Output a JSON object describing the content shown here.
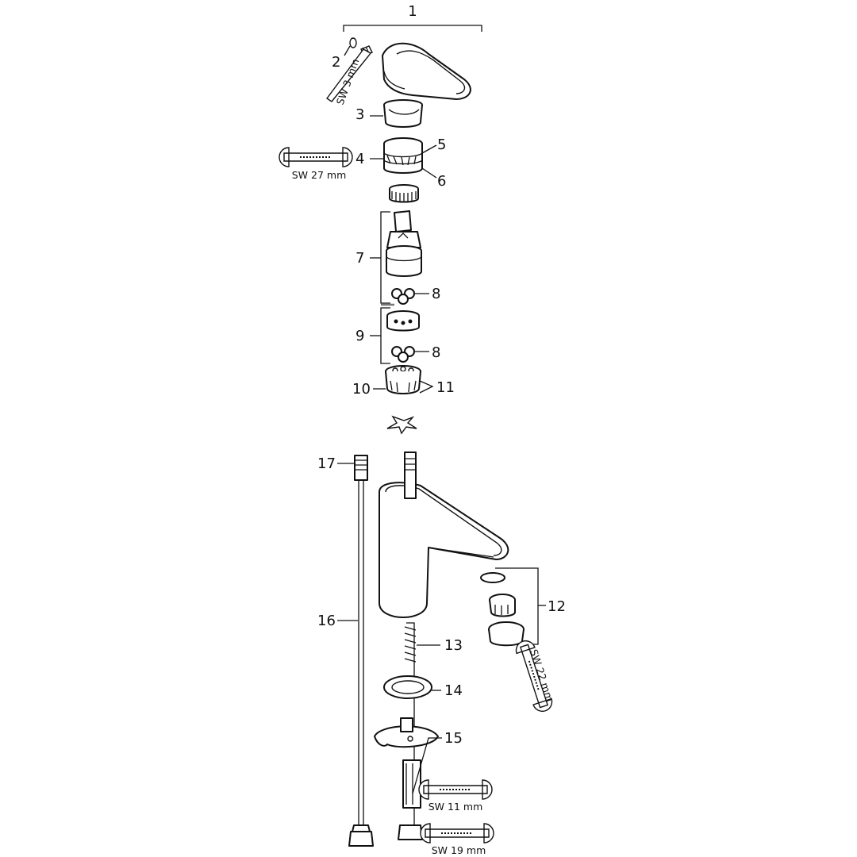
{
  "labels": {
    "n1": "1",
    "n2": "2",
    "n3": "3",
    "n4": "4",
    "n5": "5",
    "n6": "6",
    "n7": "7",
    "n8a": "8",
    "n8b": "8",
    "n9": "9",
    "n10": "10",
    "n11": "11",
    "n12": "12",
    "n13": "13",
    "n14": "14",
    "n15": "15",
    "n16": "16",
    "n17": "17"
  },
  "tools": {
    "hex_key": "SW 3 mm",
    "wrench_27": "SW 27 mm",
    "wrench_22": "SW 22 mm",
    "wrench_11": "SW 11 mm",
    "wrench_19": "SW 19 mm"
  }
}
